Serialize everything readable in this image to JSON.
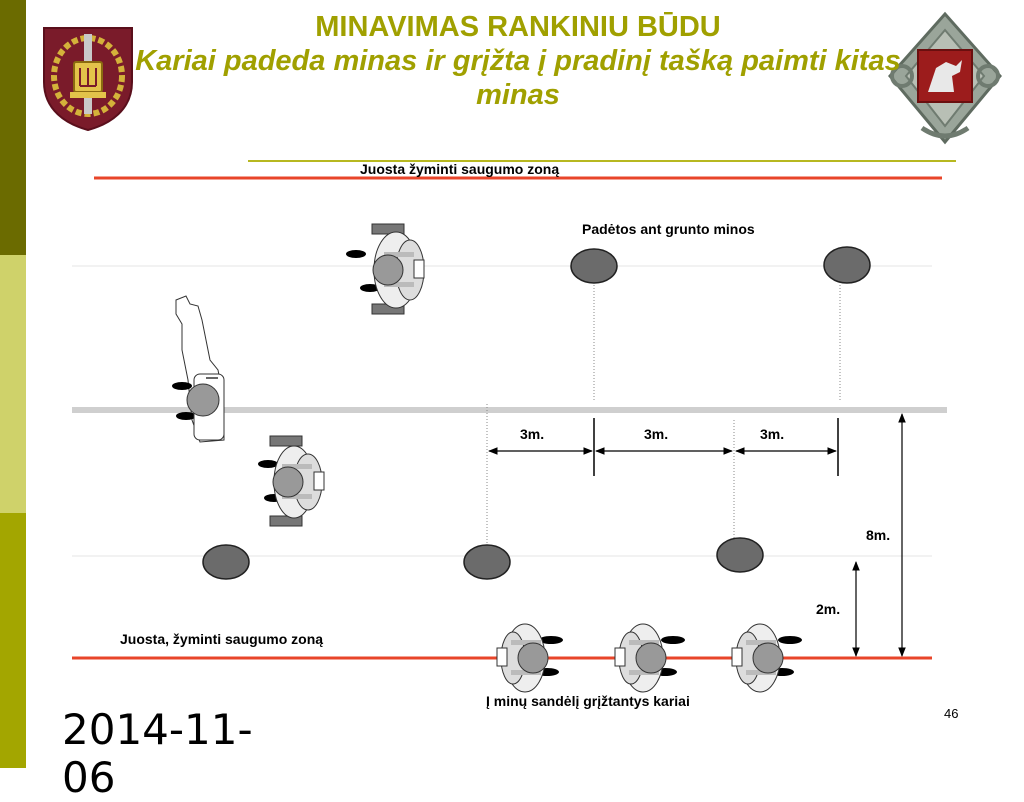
{
  "slide": {
    "title_line1": "MINAVIMAS RANKINIU BŪDU",
    "title_line2": "Kariai padeda minas ir grįžta į pradinį tašką paimti kitas minas",
    "page_number": "46",
    "date": "2014-11-06"
  },
  "diagram": {
    "top_tape_label": "Juosta žyminti saugumo zoną",
    "bottom_tape_label": "Juosta, žyminti saugumo zoną",
    "mines_label": "Padėtos ant grunto minos",
    "returning_label": "Į minų sandėlį grįžtantys kariai",
    "spacing_labels": [
      "3m.",
      "3m.",
      "3m."
    ],
    "distance_8m": "8m.",
    "distance_2m": "2m."
  },
  "colors": {
    "title": "#a0a000",
    "tape": "#e8452a",
    "mine": "#6b6b6b",
    "sidebar_dark": "#6b6b00",
    "sidebar_light": "#cfd26a",
    "sidebar_mid": "#a3a600"
  }
}
